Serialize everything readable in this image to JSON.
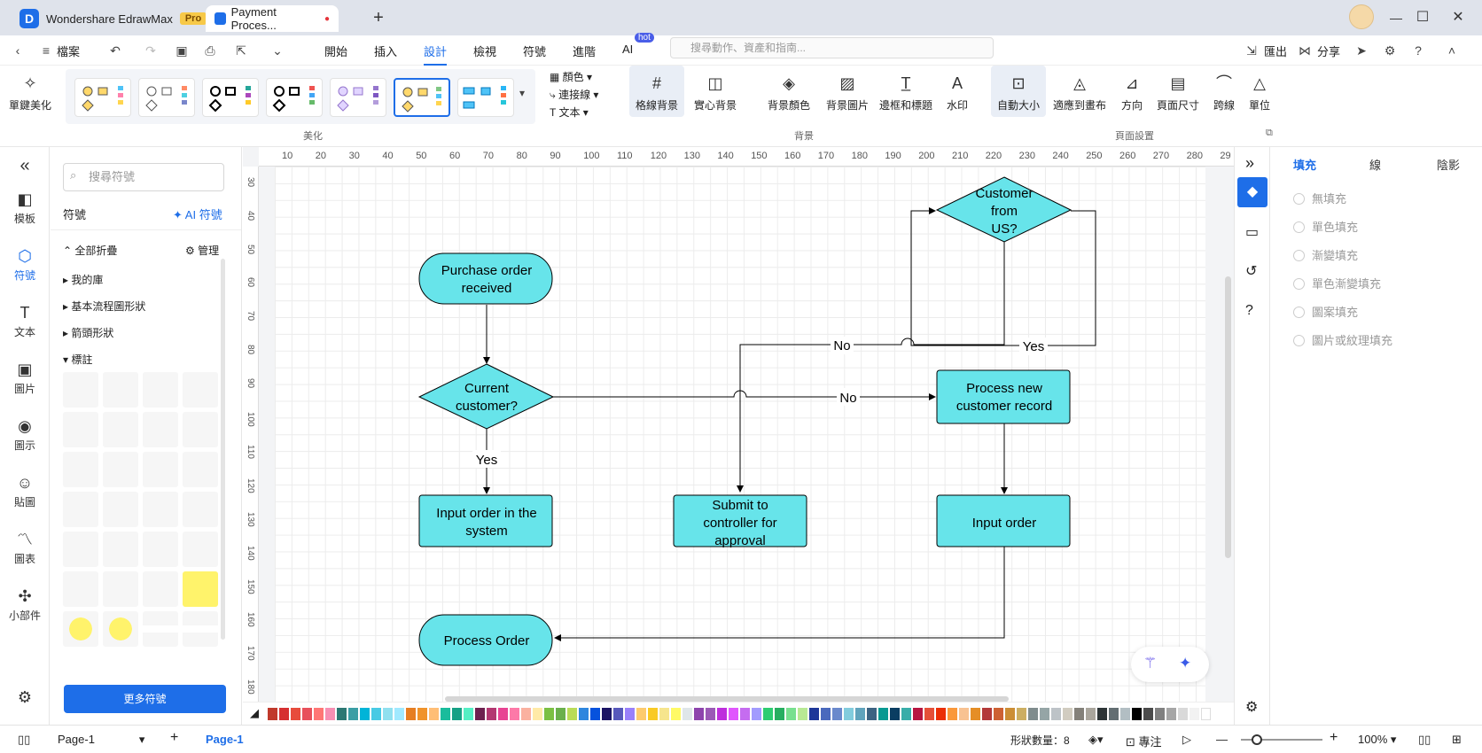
{
  "titlebar": {
    "app_name": "Wondershare EdrawMax",
    "pro_badge": "Pro",
    "doc_tab": "Payment Proces...",
    "new_tab": "+",
    "minimize": "—",
    "maximize": "☐",
    "close": "✕"
  },
  "menubar": {
    "file": "檔案",
    "tabs": [
      "開始",
      "插入",
      "設計",
      "檢視",
      "符號",
      "進階",
      "AI"
    ],
    "ai_badge": "hot",
    "search_placeholder": "搜尋動作、資產和指南...",
    "export": "匯出",
    "share": "分享"
  },
  "ribbon": {
    "beautify": "單鍵美化",
    "color": "顏色",
    "connector": "連接線",
    "text": "文本",
    "grid_bg": "格線背景",
    "solid_bg": "實心背景",
    "bg_color": "背景顏色",
    "bg_image": "背景圖片",
    "border_title": "邊框和標題",
    "watermark": "水印",
    "auto_size": "自動大小",
    "fit_canvas": "適應到畫布",
    "orientation": "方向",
    "page_size": "頁面尺寸",
    "jump_line": "跨線",
    "unit": "單位",
    "group_beautify": "美化",
    "group_background": "背景",
    "group_page_setup": "頁面設置"
  },
  "leftbar": {
    "collapse": "«",
    "items": [
      {
        "label": "模板",
        "icon": "template-icon"
      },
      {
        "label": "符號",
        "icon": "symbol-icon"
      },
      {
        "label": "文本",
        "icon": "text-icon"
      },
      {
        "label": "圖片",
        "icon": "image-icon"
      },
      {
        "label": "圖示",
        "icon": "icon-icon"
      },
      {
        "label": "貼圖",
        "icon": "sticker-icon"
      },
      {
        "label": "圖表",
        "icon": "chart-icon"
      },
      {
        "label": "小部件",
        "icon": "widget-icon"
      }
    ]
  },
  "sympanel": {
    "search_placeholder": "搜尋符號",
    "title": "符號",
    "ai_symbol": "AI 符號",
    "collapse_all": "全部折疊",
    "manage": "管理",
    "categories": [
      "我的庫",
      "基本流程圖形狀",
      "箭頭形狀",
      "標註"
    ],
    "more_symbols": "更多符號"
  },
  "ruler": {
    "top": [
      "10",
      "20",
      "30",
      "40",
      "50",
      "60",
      "70",
      "80",
      "90",
      "100",
      "110",
      "120",
      "130",
      "140",
      "150",
      "160",
      "170",
      "180",
      "190",
      "200",
      "210",
      "220",
      "230",
      "240",
      "250",
      "260",
      "270",
      "280",
      "29"
    ],
    "left": [
      "30",
      "40",
      "50",
      "60",
      "70",
      "80",
      "90",
      "100",
      "110",
      "120",
      "130",
      "140",
      "150",
      "160",
      "170",
      "180"
    ]
  },
  "diagram": {
    "purchase": [
      "Purchase  order",
      "received"
    ],
    "current": [
      "Current",
      "customer?"
    ],
    "input_sys": [
      "Input order in the",
      "system"
    ],
    "process_order": "Process Order",
    "submit": [
      "Submit to",
      "controller for",
      "approval"
    ],
    "cust_us": [
      "Customer",
      "from",
      "US?"
    ],
    "process_new": [
      "Process new",
      "customer  record"
    ],
    "input_order": "Input order",
    "yes1": "Yes",
    "no1": "No",
    "no2": "No",
    "yes2": "Yes"
  },
  "props": {
    "tabs": [
      "填充",
      "線",
      "陰影"
    ],
    "options": [
      "無填充",
      "單色填充",
      "漸變填充",
      "單色漸變填充",
      "圖案填充",
      "圖片或紋理填充"
    ]
  },
  "colors": {
    "accent": "#1e6ee8",
    "shape_fill": "#67e4ea",
    "palette": [
      "#c0392b",
      "#d63031",
      "#e74c3c",
      "#e8505b",
      "#ff7675",
      "#f78fb3",
      "#2c7873",
      "#3a9ea5",
      "#00b4d8",
      "#48cae4",
      "#90e0ef",
      "#a0e9ff",
      "#e67e22",
      "#f0932b",
      "#ffbe76",
      "#1abc9c",
      "#16a085",
      "#55efc4",
      "#6d214f",
      "#b33771",
      "#e84393",
      "#fd79a8",
      "#fab1a0",
      "#ffeaa7",
      "#7bc043",
      "#6ab04c",
      "#badc58",
      "#2e86de",
      "#0652dd",
      "#1b1464",
      "#5758bb",
      "#9980fa",
      "#fdcb6e",
      "#f9ca24",
      "#f6e58d",
      "#fffa65",
      "#dfe6e9",
      "#8e44ad",
      "#9b59b6",
      "#be2edd",
      "#e056fd",
      "#c56cf0",
      "#a29bfe",
      "#2ecc71",
      "#27ae60",
      "#78e08f",
      "#b8e994",
      "#1e3799",
      "#4a69bd",
      "#6a89cc",
      "#82ccdd",
      "#60a3bc",
      "#3c6382",
      "#079992",
      "#0a3d62",
      "#38ada9",
      "#b71540",
      "#e55039",
      "#eb2f06",
      "#fa983a",
      "#f8c291",
      "#e58e26",
      "#b33939",
      "#cd6133",
      "#cc8e35",
      "#ccae62",
      "#7f8c8d",
      "#95a5a6",
      "#bdc3c7",
      "#d1ccc0",
      "#84817a",
      "#aaa69d",
      "#2d3436",
      "#636e72",
      "#b2bec3",
      "#000000",
      "#4b4b4b",
      "#808080",
      "#a6a6a6",
      "#d9d9d9",
      "#f2f2f2",
      "#ffffff"
    ]
  },
  "statusbar": {
    "page_dropdown": "Page-1",
    "add_page": "+",
    "active_page": "Page-1",
    "shape_count": "形狀數量：8",
    "focus": "專注",
    "zoom": "100%"
  }
}
